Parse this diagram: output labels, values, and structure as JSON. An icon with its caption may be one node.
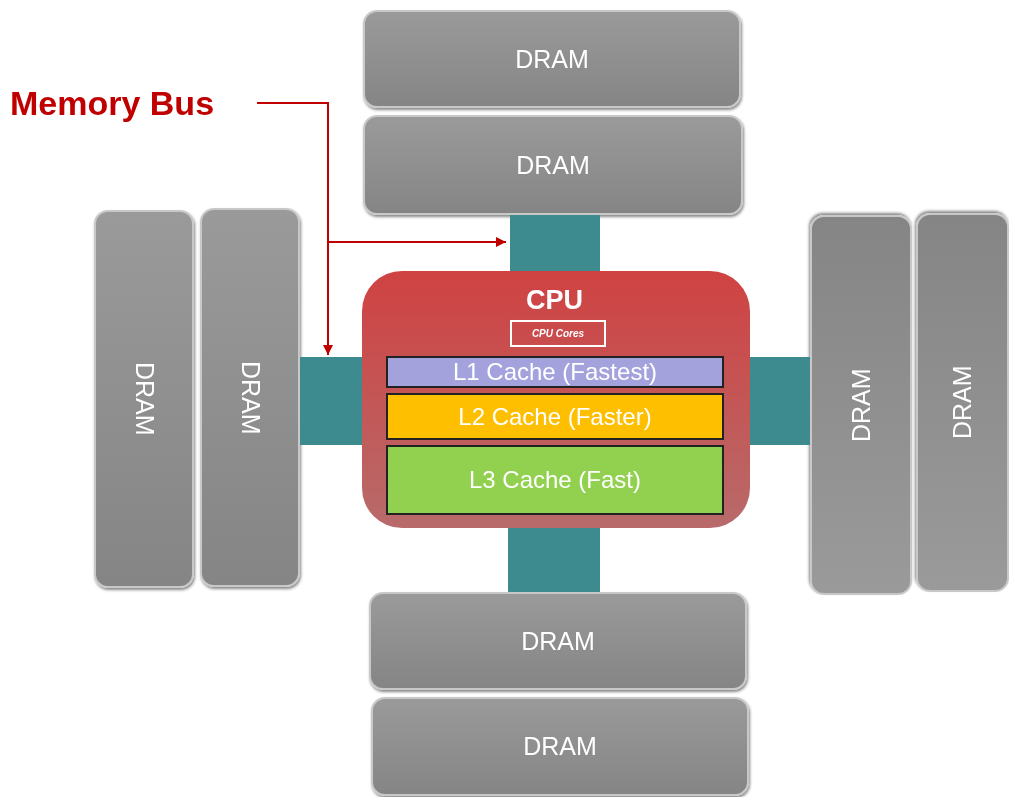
{
  "diagram": {
    "nodes": [
      {
        "text": [
          "DRAM"
        ]
      },
      {
        "text": [
          "Memory Bus"
        ]
      },
      {
        "text": [
          "DRAM"
        ]
      },
      {
        "text": [],
        "shape": "bar"
      },
      {
        "text": [
          "DRAM"
        ]
      },
      {
        "text": [
          "DRAM"
        ]
      },
      {
        "text": [
          "DRAM"
        ]
      },
      {
        "text": [
          "DRAM"
        ]
      },
      {
        "text": [
          "CPU"
        ]
      },
      {
        "text": [
          "CPU Cores"
        ],
        "in": 8
      },
      {
        "text": [],
        "shape": "bar"
      },
      {
        "text": [],
        "shape": "bar"
      },
      {
        "text": [
          "L1 Cache (Fastest)"
        ],
        "in": 8
      },
      {
        "text": [
          "L2 Cache (Faster)"
        ],
        "in": 8
      },
      {
        "text": [
          "L3 Cache (Fast)"
        ],
        "in": 8
      },
      {
        "text": [],
        "shape": "bar"
      },
      {
        "text": [
          "DRAM"
        ]
      },
      {
        "text": [
          "DRAM"
        ]
      }
    ],
    "edges": [
      {
        "from": 1,
        "to": 3,
        "arrow": "to"
      },
      {
        "from": 1,
        "to": 10,
        "arrow": "to"
      }
    ]
  }
}
